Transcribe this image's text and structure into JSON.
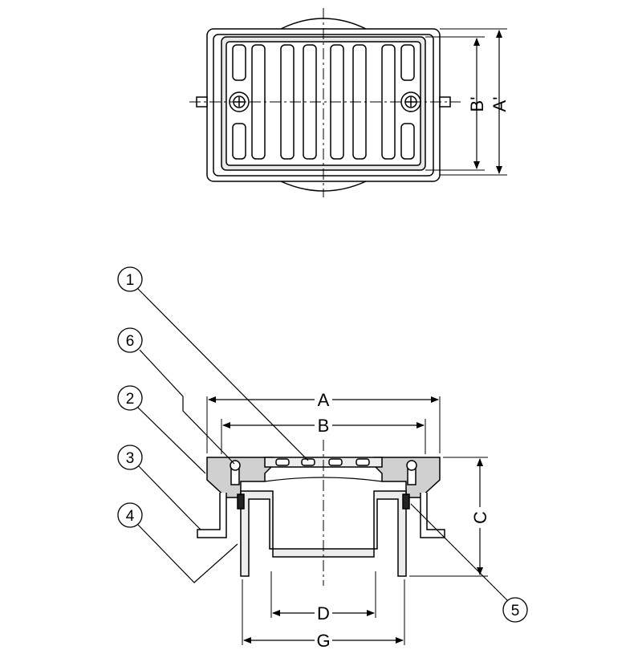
{
  "top_view": {
    "dim_b_prime": "B'",
    "dim_a_prime": "A'"
  },
  "section_view": {
    "dim_a": "A",
    "dim_b": "B",
    "dim_c": "C",
    "dim_d": "D",
    "dim_g": "G"
  },
  "callouts": [
    "1",
    "6",
    "2",
    "3",
    "4",
    "5"
  ],
  "colors": {
    "line": "#000000",
    "fill": "#d0d0d0",
    "light_fill": "#ececec"
  }
}
